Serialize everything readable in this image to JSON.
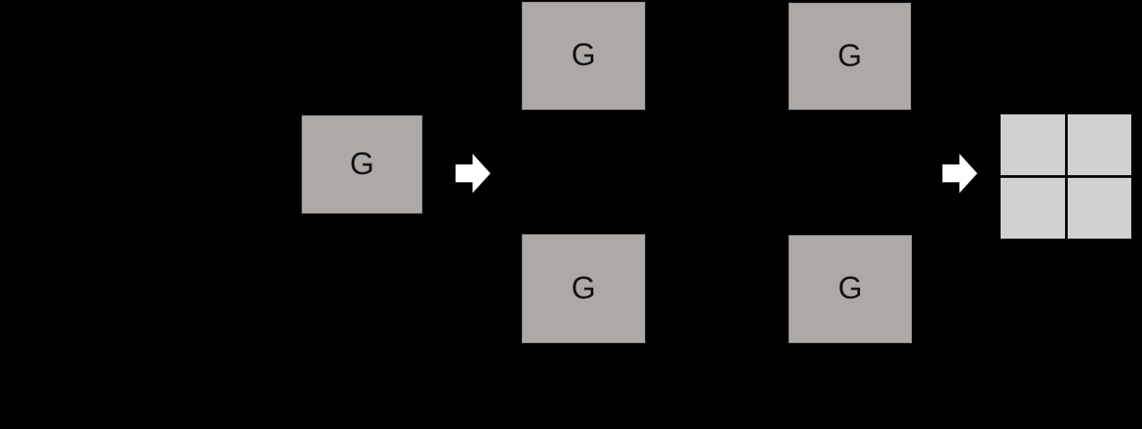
{
  "diagram": {
    "generators": [
      {
        "id": "g-stage1",
        "label": "G"
      },
      {
        "id": "g-stage2-top",
        "label": "G"
      },
      {
        "id": "g-stage2-bottom",
        "label": "G"
      },
      {
        "id": "g-stage3-top",
        "label": "G"
      },
      {
        "id": "g-stage3-bottom",
        "label": "G"
      }
    ],
    "arrows": [
      {
        "id": "arrow-1",
        "icon": "arrow-right-icon"
      },
      {
        "id": "arrow-2",
        "icon": "arrow-right-icon"
      }
    ],
    "output_grid": {
      "rows": 2,
      "cols": 2
    },
    "colors": {
      "background": "#000000",
      "generator_fill": "#aca9a7",
      "generator_border": "#8a8785",
      "label": "#141414",
      "arrow_fill": "#ffffff",
      "output_cell_fill": "#d2d0cf"
    }
  }
}
